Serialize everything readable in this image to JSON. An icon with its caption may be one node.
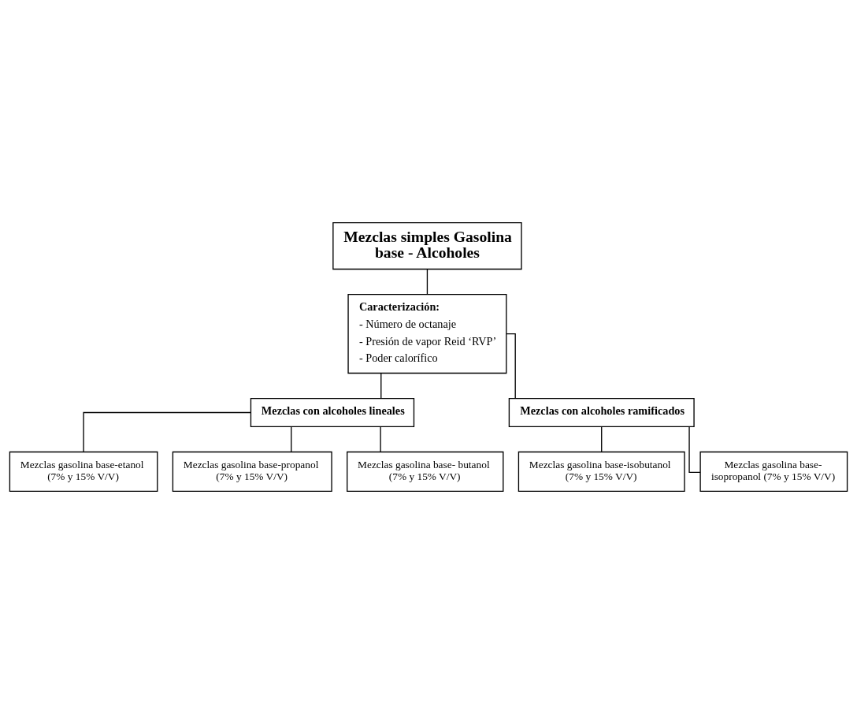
{
  "diagram": {
    "nodes": [
      {
        "text": [
          "Mezclas simples Gasolina base - Alcoholes"
        ]
      },
      {
        "text": [
          "Caracterización:",
          "- Número de octanaje",
          "- Presión de vapor Reid ‘RVP’",
          "- Poder calorífico"
        ]
      },
      {
        "text": [
          "Mezclas con alcoholes lineales"
        ]
      },
      {
        "text": [
          "Mezclas con alcoholes ramificados"
        ]
      },
      {
        "text": [
          "Mezclas gasolina base-etanol (7% y 15% V/V)"
        ]
      },
      {
        "text": [
          "Mezclas gasolina base-propanol (7% y 15% V/V)"
        ]
      },
      {
        "text": [
          "Mezclas gasolina base- butanol (7% y 15% V/V)"
        ]
      },
      {
        "text": [
          "Mezclas gasolina base-isobutanol (7% y 15% V/V)"
        ]
      },
      {
        "text": [
          "Mezclas gasolina base- isopropanol (7% y 15% V/V)"
        ]
      }
    ],
    "edges": [
      {
        "from": 0,
        "to": 1,
        "arrow": "none"
      },
      {
        "from": 1,
        "to": 2,
        "arrow": "none"
      },
      {
        "from": 1,
        "to": 3,
        "arrow": "none"
      },
      {
        "from": 2,
        "to": 4,
        "arrow": "none"
      },
      {
        "from": 2,
        "to": 5,
        "arrow": "none"
      },
      {
        "from": 2,
        "to": 6,
        "arrow": "none"
      },
      {
        "from": 3,
        "to": 7,
        "arrow": "none"
      },
      {
        "from": 3,
        "to": 8,
        "arrow": "none"
      }
    ]
  }
}
